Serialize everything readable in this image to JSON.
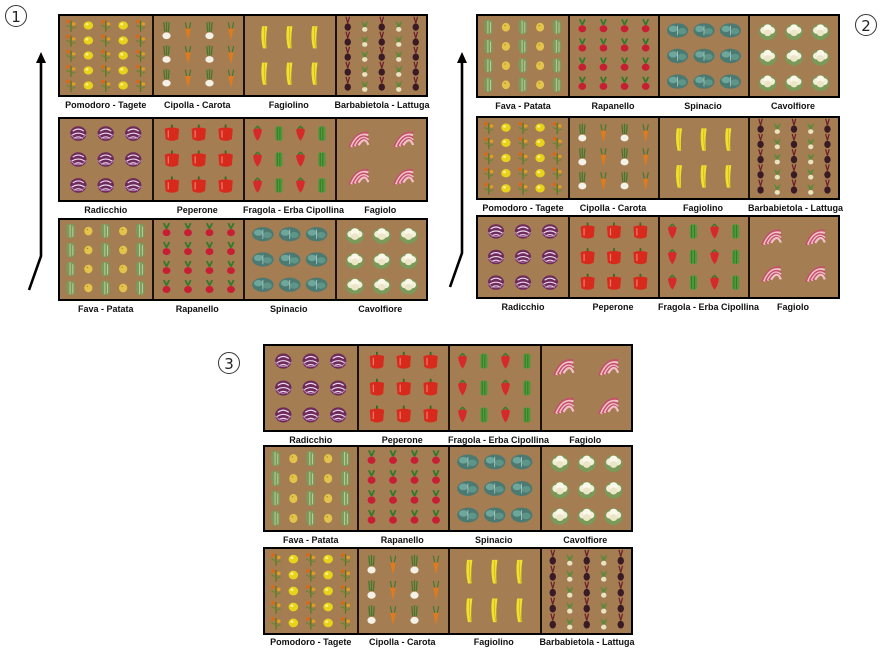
{
  "panels": [
    {
      "number": "1",
      "rows": [
        [
          "pomodoro-tagete",
          "cipolla-carota",
          "fagiolino",
          "barbabietola-lattuga"
        ],
        [
          "radicchio",
          "peperone",
          "fragola-erba-cipollina",
          "fagiolo"
        ],
        [
          "fava-patata",
          "rapanello",
          "spinacio",
          "cavolfiore"
        ]
      ]
    },
    {
      "number": "2",
      "rows": [
        [
          "fava-patata",
          "rapanello",
          "spinacio",
          "cavolfiore"
        ],
        [
          "pomodoro-tagete",
          "cipolla-carota",
          "fagiolino",
          "barbabietola-lattuga"
        ],
        [
          "radicchio",
          "peperone",
          "fragola-erba-cipollina",
          "fagiolo"
        ]
      ]
    },
    {
      "number": "3",
      "rows": [
        [
          "radicchio",
          "peperone",
          "fragola-erba-cipollina",
          "fagiolo"
        ],
        [
          "fava-patata",
          "rapanello",
          "spinacio",
          "cavolfiore"
        ],
        [
          "pomodoro-tagete",
          "cipolla-carota",
          "fagiolino",
          "barbabietola-lattuga"
        ]
      ]
    }
  ],
  "crops": {
    "pomodoro-tagete": "Pomodoro  - Tagete",
    "cipolla-carota": "Cipolla - Carota",
    "fagiolino": "Fagiolino",
    "barbabietola-lattuga": "Barbabietola - Lattuga",
    "radicchio": "Radicchio",
    "peperone": "Peperone",
    "fragola-erba-cipollina": "Fragola - Erba Cipollina",
    "fagiolo": "Fagiolo",
    "fava-patata": "Fava - Patata",
    "rapanello": "Rapanello",
    "spinacio": "Spinacio",
    "cavolfiore": "Cavolfiore"
  },
  "colors": {
    "soil": "#a47d52",
    "border": "#000000"
  }
}
